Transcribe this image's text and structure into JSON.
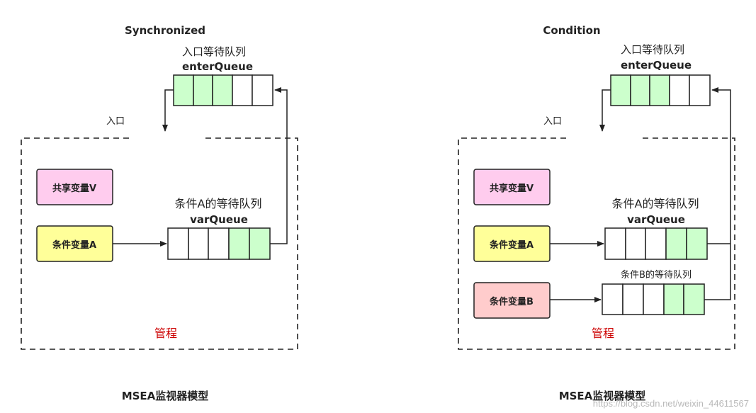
{
  "diagrams": [
    {
      "title": "Synchronized",
      "enter_queue_label_cn": "入口等待队列",
      "enter_queue_label_en": "enterQueue",
      "entry_label": "入口",
      "shared_var_label": "共享变量V",
      "condition_vars": [
        {
          "label": "条件变量A",
          "queue_label_cn": "条件A的等待队列",
          "queue_label_en": "varQueue"
        }
      ],
      "monitor_label": "管程",
      "caption": "MSEA监视器模型"
    },
    {
      "title": "Condition",
      "enter_queue_label_cn": "入口等待队列",
      "enter_queue_label_en": "enterQueue",
      "entry_label": "入口",
      "shared_var_label": "共享变量V",
      "condition_vars": [
        {
          "label": "条件变量A",
          "queue_label_cn": "条件A的等待队列",
          "queue_label_en": "varQueue"
        },
        {
          "label": "条件变量B",
          "queue_label_cn": "条件B的等待队列",
          "queue_label_en": ""
        }
      ],
      "monitor_label": "管程",
      "caption": "MSEA监视器模型"
    }
  ],
  "watermark": "https://blog.csdn.net/weixin_44611567",
  "colors": {
    "queue_filled": "#ccffcc",
    "shared_var_fill": "#ffccee",
    "cond_a_fill": "#ffff99",
    "cond_b_fill": "#ffcccc",
    "monitor_label": "#cc0000",
    "stroke": "#222222"
  }
}
